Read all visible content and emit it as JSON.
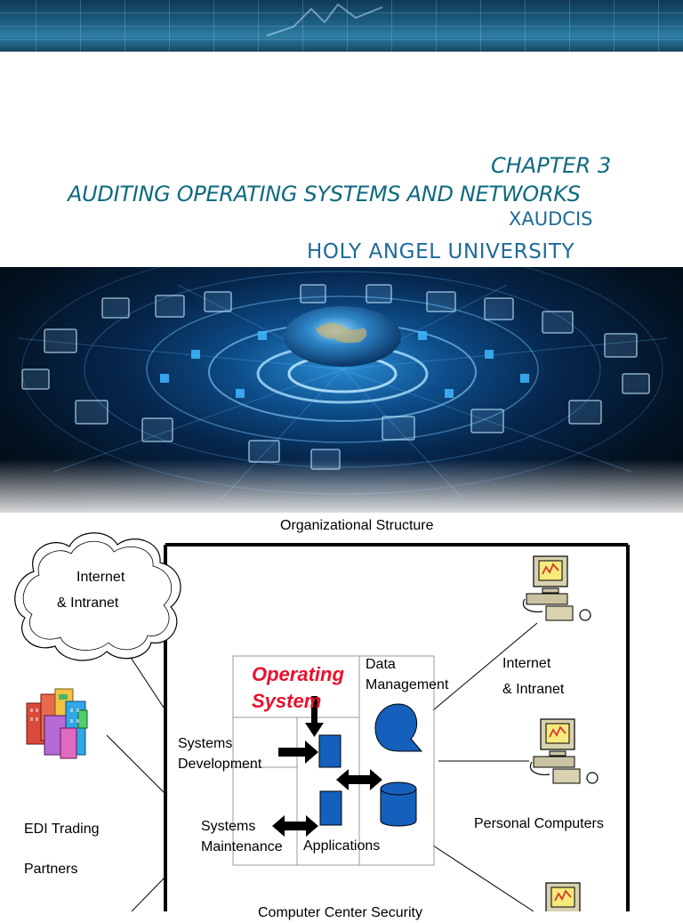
{
  "slide": {
    "chapter": "CHAPTER 3",
    "title": "AUDITING OPERATING SYSTEMS AND NETWORKS",
    "course_code": "XAUDCIS",
    "university": "HOLY ANGEL UNIVERSITY"
  },
  "diagram": {
    "title": "Organizational Structure",
    "cloud_label_1": "Internet",
    "cloud_label_2": "& Intranet",
    "os_label_1": "Operating",
    "os_label_2": "System",
    "data_mgmt_1": "Data",
    "data_mgmt_2": "Management",
    "sys_dev_1": "Systems",
    "sys_dev_2": "Development",
    "sys_maint_1": "Systems",
    "sys_maint_2": "Maintenance",
    "applications": "Applications",
    "edi_1": "EDI Trading",
    "edi_2": "Partners",
    "right_internet_1": "Internet",
    "right_internet_2": "& Intranet",
    "personal_computers": "Personal Computers",
    "bottom_label": "Computer Center Security",
    "colors": {
      "title": "#0e6a7e",
      "os_red": "#e8112d",
      "box_blue": "#1560bd"
    }
  }
}
